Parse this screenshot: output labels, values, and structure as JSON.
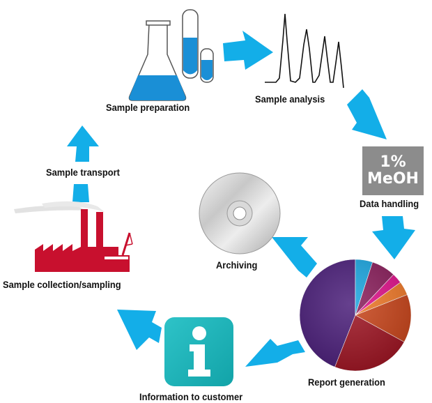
{
  "labels": {
    "sample_preparation": "Sample preparation",
    "sample_analysis": "Sample analysis",
    "data_handling": "Data handling",
    "report_generation": "Report generation",
    "information_to_customer": "Information to customer",
    "sample_collection": "Sample collection/sampling",
    "sample_transport": "Sample transport",
    "archiving": "Archiving"
  },
  "data_tile": {
    "line1": "1%",
    "line2": "MeOH"
  },
  "colors": {
    "arrow": "#13aee8",
    "flask_liquid": "#1a8fd6",
    "factory": "#c8102e",
    "info_tile": "#1ab2b8",
    "data_tile": "#8c8c8c"
  },
  "pie_slices": [
    {
      "value": 44,
      "color": "#4b1f7a"
    },
    {
      "value": 5,
      "color": "#1ca6e0"
    },
    {
      "value": 7,
      "color": "#8a1f5c"
    },
    {
      "value": 3,
      "color": "#e0138c"
    },
    {
      "value": 4,
      "color": "#f07a2a"
    },
    {
      "value": 14,
      "color": "#c9461c"
    },
    {
      "value": 23,
      "color": "#9e1523"
    }
  ]
}
